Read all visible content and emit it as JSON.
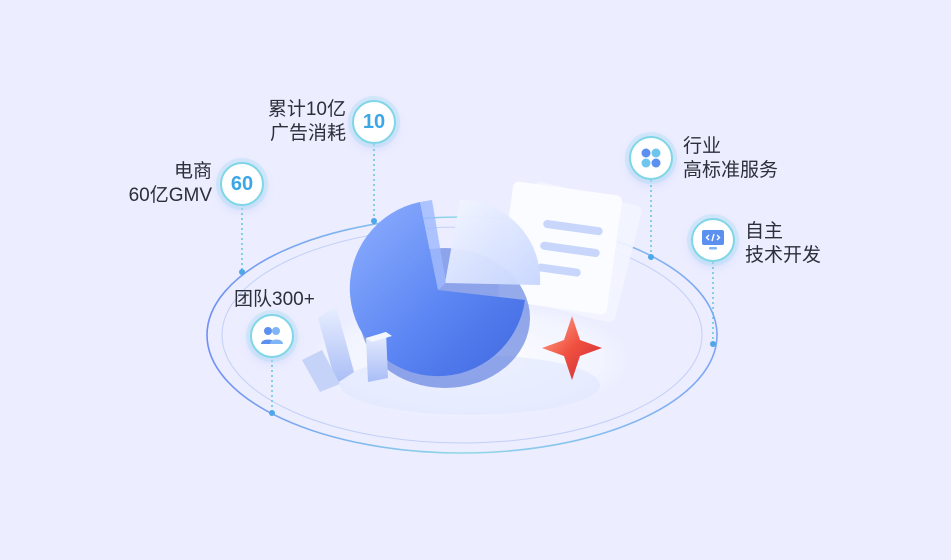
{
  "callouts": {
    "spend": {
      "line1": "累计10亿",
      "line2": "广告消耗",
      "badge": "10"
    },
    "gmv": {
      "line1": "电商",
      "line2": "60亿GMV",
      "badge": "60"
    },
    "team": {
      "line1": "团队300+",
      "icon": "team-icon"
    },
    "service": {
      "line1": "行业",
      "line2": "高标准服务",
      "icon": "apps-icon"
    },
    "tech": {
      "line1": "自主",
      "line2": "技术开发",
      "icon": "code-monitor-icon"
    }
  },
  "colors": {
    "background": "#ecedff",
    "pie_main": "#5b86f2",
    "accent_cyan": "#7fd6e6",
    "star": "#ef4b4b"
  }
}
